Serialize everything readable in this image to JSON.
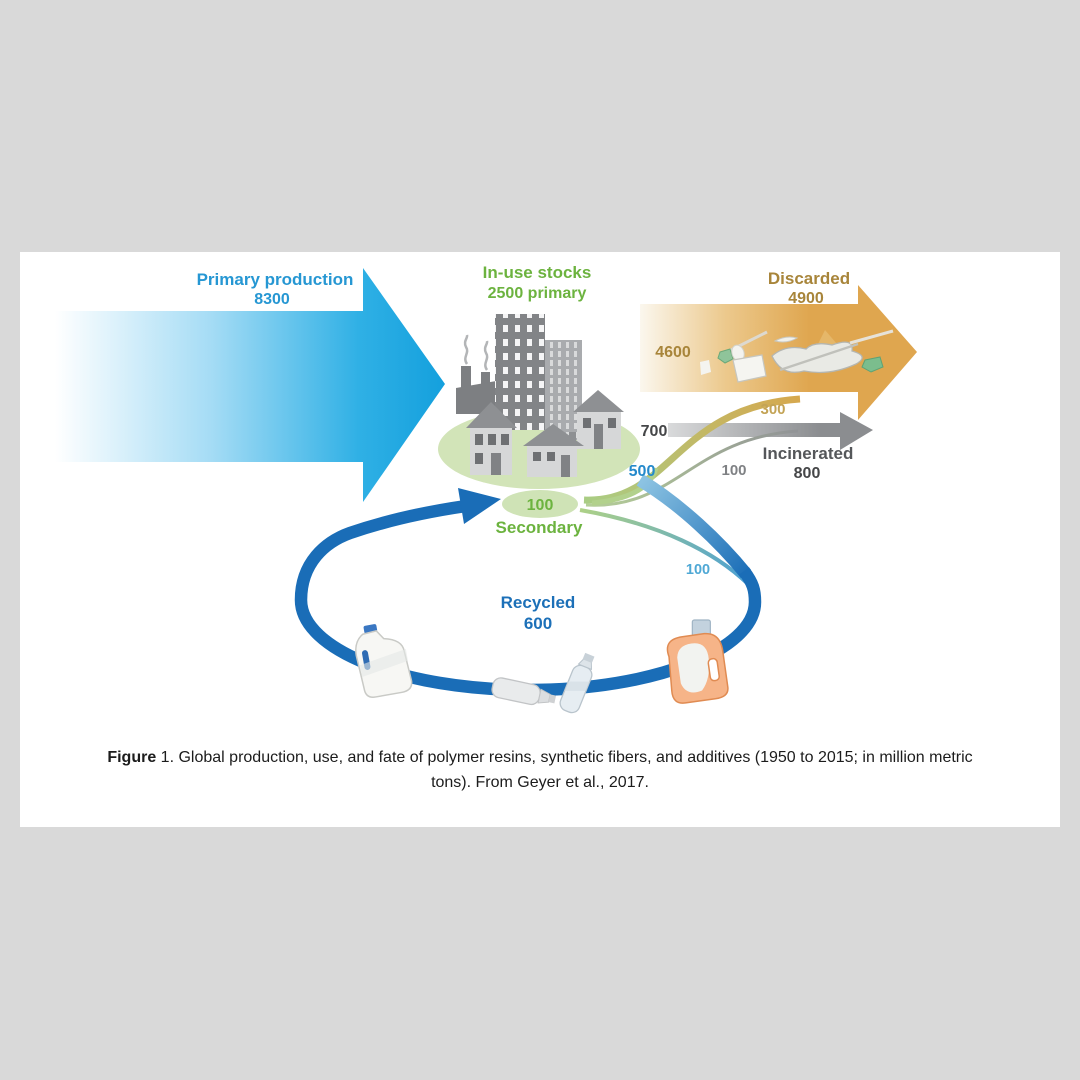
{
  "figure": {
    "caption": {
      "label": "Figure",
      "number": "1.",
      "text": "Global production, use, and fate of polymer resins, synthetic fibers, and additives (1950 to 2015; in million metric tons). From Geyer et al., 2017."
    },
    "nodes": {
      "primary_production": {
        "label": "Primary production",
        "value": "8300"
      },
      "in_use_stocks": {
        "label": "In-use stocks",
        "value": "2500 primary"
      },
      "secondary_stock": {
        "value": "100",
        "label": "Secondary"
      },
      "discarded": {
        "label": "Discarded",
        "value": "4900"
      },
      "incinerated": {
        "label": "Incinerated",
        "value": "800"
      },
      "recycled": {
        "label": "Recycled",
        "value": "600"
      }
    },
    "flows": {
      "use_to_discarded": "4600",
      "secondary_to_discarded": "300",
      "use_to_incinerated": "700",
      "secondary_to_incinerated": "100",
      "use_to_recycled": "500",
      "secondary_to_recycled": "100"
    },
    "colors": {
      "primary_arrow_blue": "#14a0dd",
      "discarded_arrow_tan": "#dfa64f",
      "incinerated_arrow_gray": "#8b8d90",
      "recycling_loop_blue": "#1a6db7",
      "in_use_green": "#6cb33f",
      "platform_green": "#d2e4b8",
      "page_background": "#d9d9d9",
      "panel_background": "#ffffff"
    }
  }
}
